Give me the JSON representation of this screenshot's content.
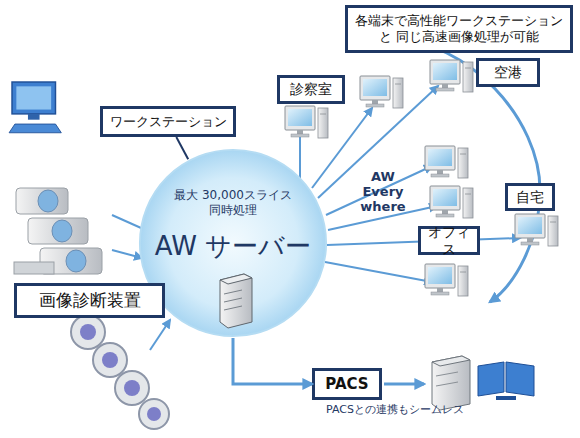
{
  "diagram": {
    "nodes": [
      {
        "text": [
          "各端末で高性能ワークステーションと 同じ高速画像処理が可能"
        ]
      },
      {
        "text": [
          "ワークステーション"
        ]
      },
      {
        "text": [
          "診察室"
        ]
      },
      {
        "text": [
          "空港"
        ]
      },
      {
        "text": [
          "最大 30,000スライス 同時処理",
          "AW サーバー"
        ]
      },
      {
        "text": [
          "自宅"
        ]
      },
      {
        "text": [
          "オフィス"
        ]
      },
      {
        "text": [
          "画像診断装置"
        ]
      },
      {
        "text": [
          "PACS"
        ]
      }
    ],
    "edges": [
      {
        "from": 4,
        "to": 1,
        "arrow": "none"
      },
      {
        "from": 4,
        "to": 8,
        "arrow": "to"
      }
    ],
    "labels": [
      "AW Every where",
      "PACSとの連携もシームレス"
    ]
  }
}
